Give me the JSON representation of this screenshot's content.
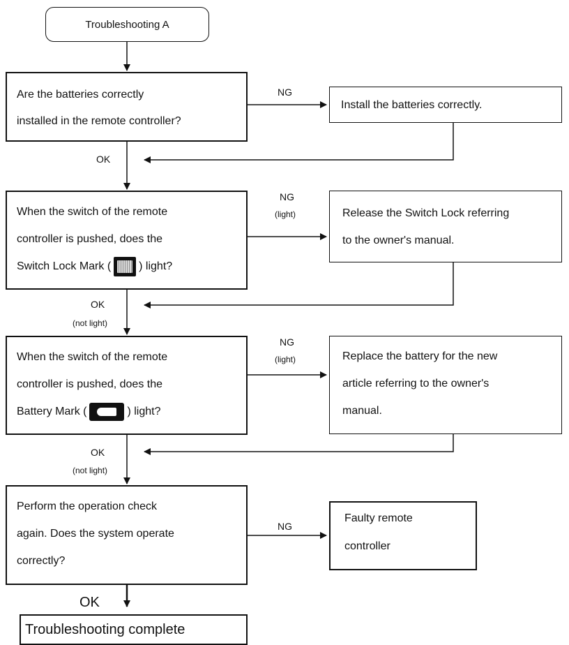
{
  "start": {
    "label": "Troubleshooting A"
  },
  "steps": [
    {
      "question": [
        "Are the batteries correctly",
        "installed in the remote controller?"
      ],
      "ng_label": "NG",
      "ng_sublabel": "",
      "action": [
        "Install the batteries correctly."
      ],
      "ok_label": "OK",
      "ok_sublabel": ""
    },
    {
      "question": [
        "When the switch of the remote",
        "controller is pushed, does the",
        "Switch Lock Mark (",
        ") light?"
      ],
      "icon": "switch-lock-mark-icon",
      "ng_label": "NG",
      "ng_sublabel": "(light)",
      "action": [
        "Release the Switch Lock referring",
        "to the owner's manual."
      ],
      "ok_label": "OK",
      "ok_sublabel": "(not light)"
    },
    {
      "question": [
        "When the switch of the remote",
        "controller is pushed, does the",
        "Battery Mark (",
        ") light?"
      ],
      "icon": "battery-mark-icon",
      "ng_label": "NG",
      "ng_sublabel": "(light)",
      "action": [
        "Replace the battery for the new",
        "article referring to the owner's",
        "manual."
      ],
      "ok_label": "OK",
      "ok_sublabel": "(not light)"
    },
    {
      "question": [
        "Perform the operation check",
        "again. Does the system operate",
        "correctly?"
      ],
      "ng_label": "NG",
      "action": [
        "Faulty remote",
        "controller"
      ],
      "ok_label": "OK"
    }
  ],
  "end": {
    "label": "Troubleshooting complete"
  }
}
